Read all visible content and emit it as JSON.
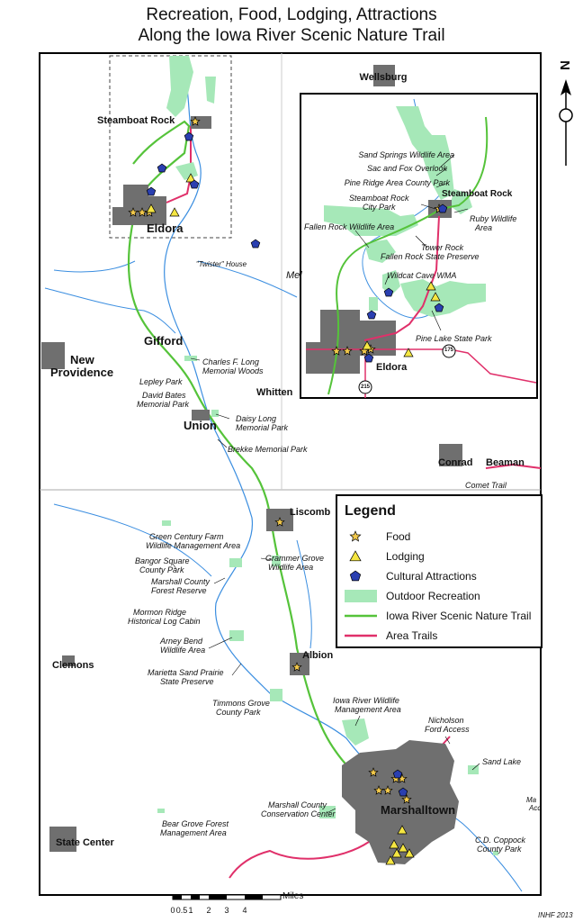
{
  "title": {
    "line1": "Recreation, Food, Lodging, Attractions",
    "line2": "Along the Iowa River Scenic Nature Trail"
  },
  "towns": {
    "wellsburg": "Wellsburg",
    "steamboat_rock": "Steamboat Rock",
    "eldora": "Eldora",
    "gifford": "Gifford",
    "new": "New",
    "providence": "Providence",
    "whitten": "Whitten",
    "union": "Union",
    "conrad": "Conrad",
    "beaman": "Beaman",
    "liscomb": "Liscomb",
    "albion": "Albion",
    "clemons": "Clemons",
    "marshalltown": "Marshalltown",
    "state_center": "State Center",
    "mel": "Mel",
    "ma": "Ma",
    "acc": "Acc"
  },
  "places": {
    "twister_house": "\"Twister\" House",
    "charles_long_1": "Charles F. Long",
    "charles_long_2": "Memorial Woods",
    "lepley_park": "Lepley Park",
    "david_bates_1": "David Bates",
    "david_bates_2": "Memorial Park",
    "daisy_long_1": "Daisy Long",
    "daisy_long_2": "Memorial Park",
    "brekke": "Brekke Memorial Park",
    "comet_trail": "Comet Trail",
    "green_century_1": "Green Century Farm",
    "green_century_2": "Wildlife Management Area",
    "bangor_1": "Bangor Square",
    "bangor_2": "County Park",
    "grammer_1": "Grammer Grove",
    "grammer_2": "Wildlife Area",
    "marshall_forest_1": "Marshall County",
    "marshall_forest_2": "Forest Reserve",
    "mormon_1": "Mormon Ridge",
    "mormon_2": "Historical Log Cabin",
    "arney_1": "Arney Bend",
    "arney_2": "Wildlife Area",
    "marietta_1": "Marietta Sand Prairie",
    "marietta_2": "State Preserve",
    "timmons_1": "Timmons Grove",
    "timmons_2": "County Park",
    "iowa_wildlife_1": "Iowa River Wildlife",
    "iowa_wildlife_2": "Management Area",
    "nicholson_1": "Nicholson",
    "nicholson_2": "Ford Access",
    "sand_lake": "Sand Lake",
    "marshall_cons_1": "Marshall County",
    "marshall_cons_2": "Conservation Center",
    "bear_grove_1": "Bear Grove Forest",
    "bear_grove_2": "Management Area",
    "coppock_1": "C.D. Coppock",
    "coppock_2": "County Park"
  },
  "inset": {
    "sand_springs": "Sand Springs Wildlife Area",
    "sac_fox": "Sac and Fox Overlook",
    "pine_ridge": "Pine Ridge Area County Park",
    "steamboat_city_1": "Steamboat Rock",
    "steamboat_city_2": "City Park",
    "steamboat_rock": "Steamboat Rock",
    "ruby_1": "Ruby Wildlife",
    "ruby_2": "Area",
    "fallen_rock_wildlife": "Fallen Rock Wildlife Area",
    "tower_rock": "Tower Rock",
    "fallen_rock_state": "Fallen Rock State Preserve",
    "wildcat": "Wildcat Cave WMA",
    "pine_lake": "Pine Lake State Park",
    "eldora": "Eldora",
    "hwy_175": "175",
    "hwy_215": "215"
  },
  "legend": {
    "heading": "Legend",
    "items": [
      {
        "label": "Food",
        "symbol": "star-icon"
      },
      {
        "label": "Lodging",
        "symbol": "triangle-icon"
      },
      {
        "label": "Cultural Attractions",
        "symbol": "pentagon-icon"
      },
      {
        "label": "Outdoor Recreation",
        "symbol": "green-area-swatch"
      },
      {
        "label": "Iowa River Scenic Nature Trail",
        "symbol": "green-line-swatch"
      },
      {
        "label": "Area Trails",
        "symbol": "pink-line-swatch"
      }
    ]
  },
  "scale": {
    "unit": "Miles",
    "ticks": [
      "0",
      "0.5",
      "1",
      "2",
      "3",
      "4"
    ]
  },
  "north_label": "N",
  "credit": "INHF 2013",
  "colors": {
    "recreation": "#a6e8b8",
    "nature_trail": "#55c33a",
    "area_trails": "#e0306a",
    "river": "#3b8ee0",
    "town": "#6f6f6f",
    "food_star": "#f2c94c",
    "lodging": "#f5e642",
    "cultural": "#2a3fb0"
  }
}
